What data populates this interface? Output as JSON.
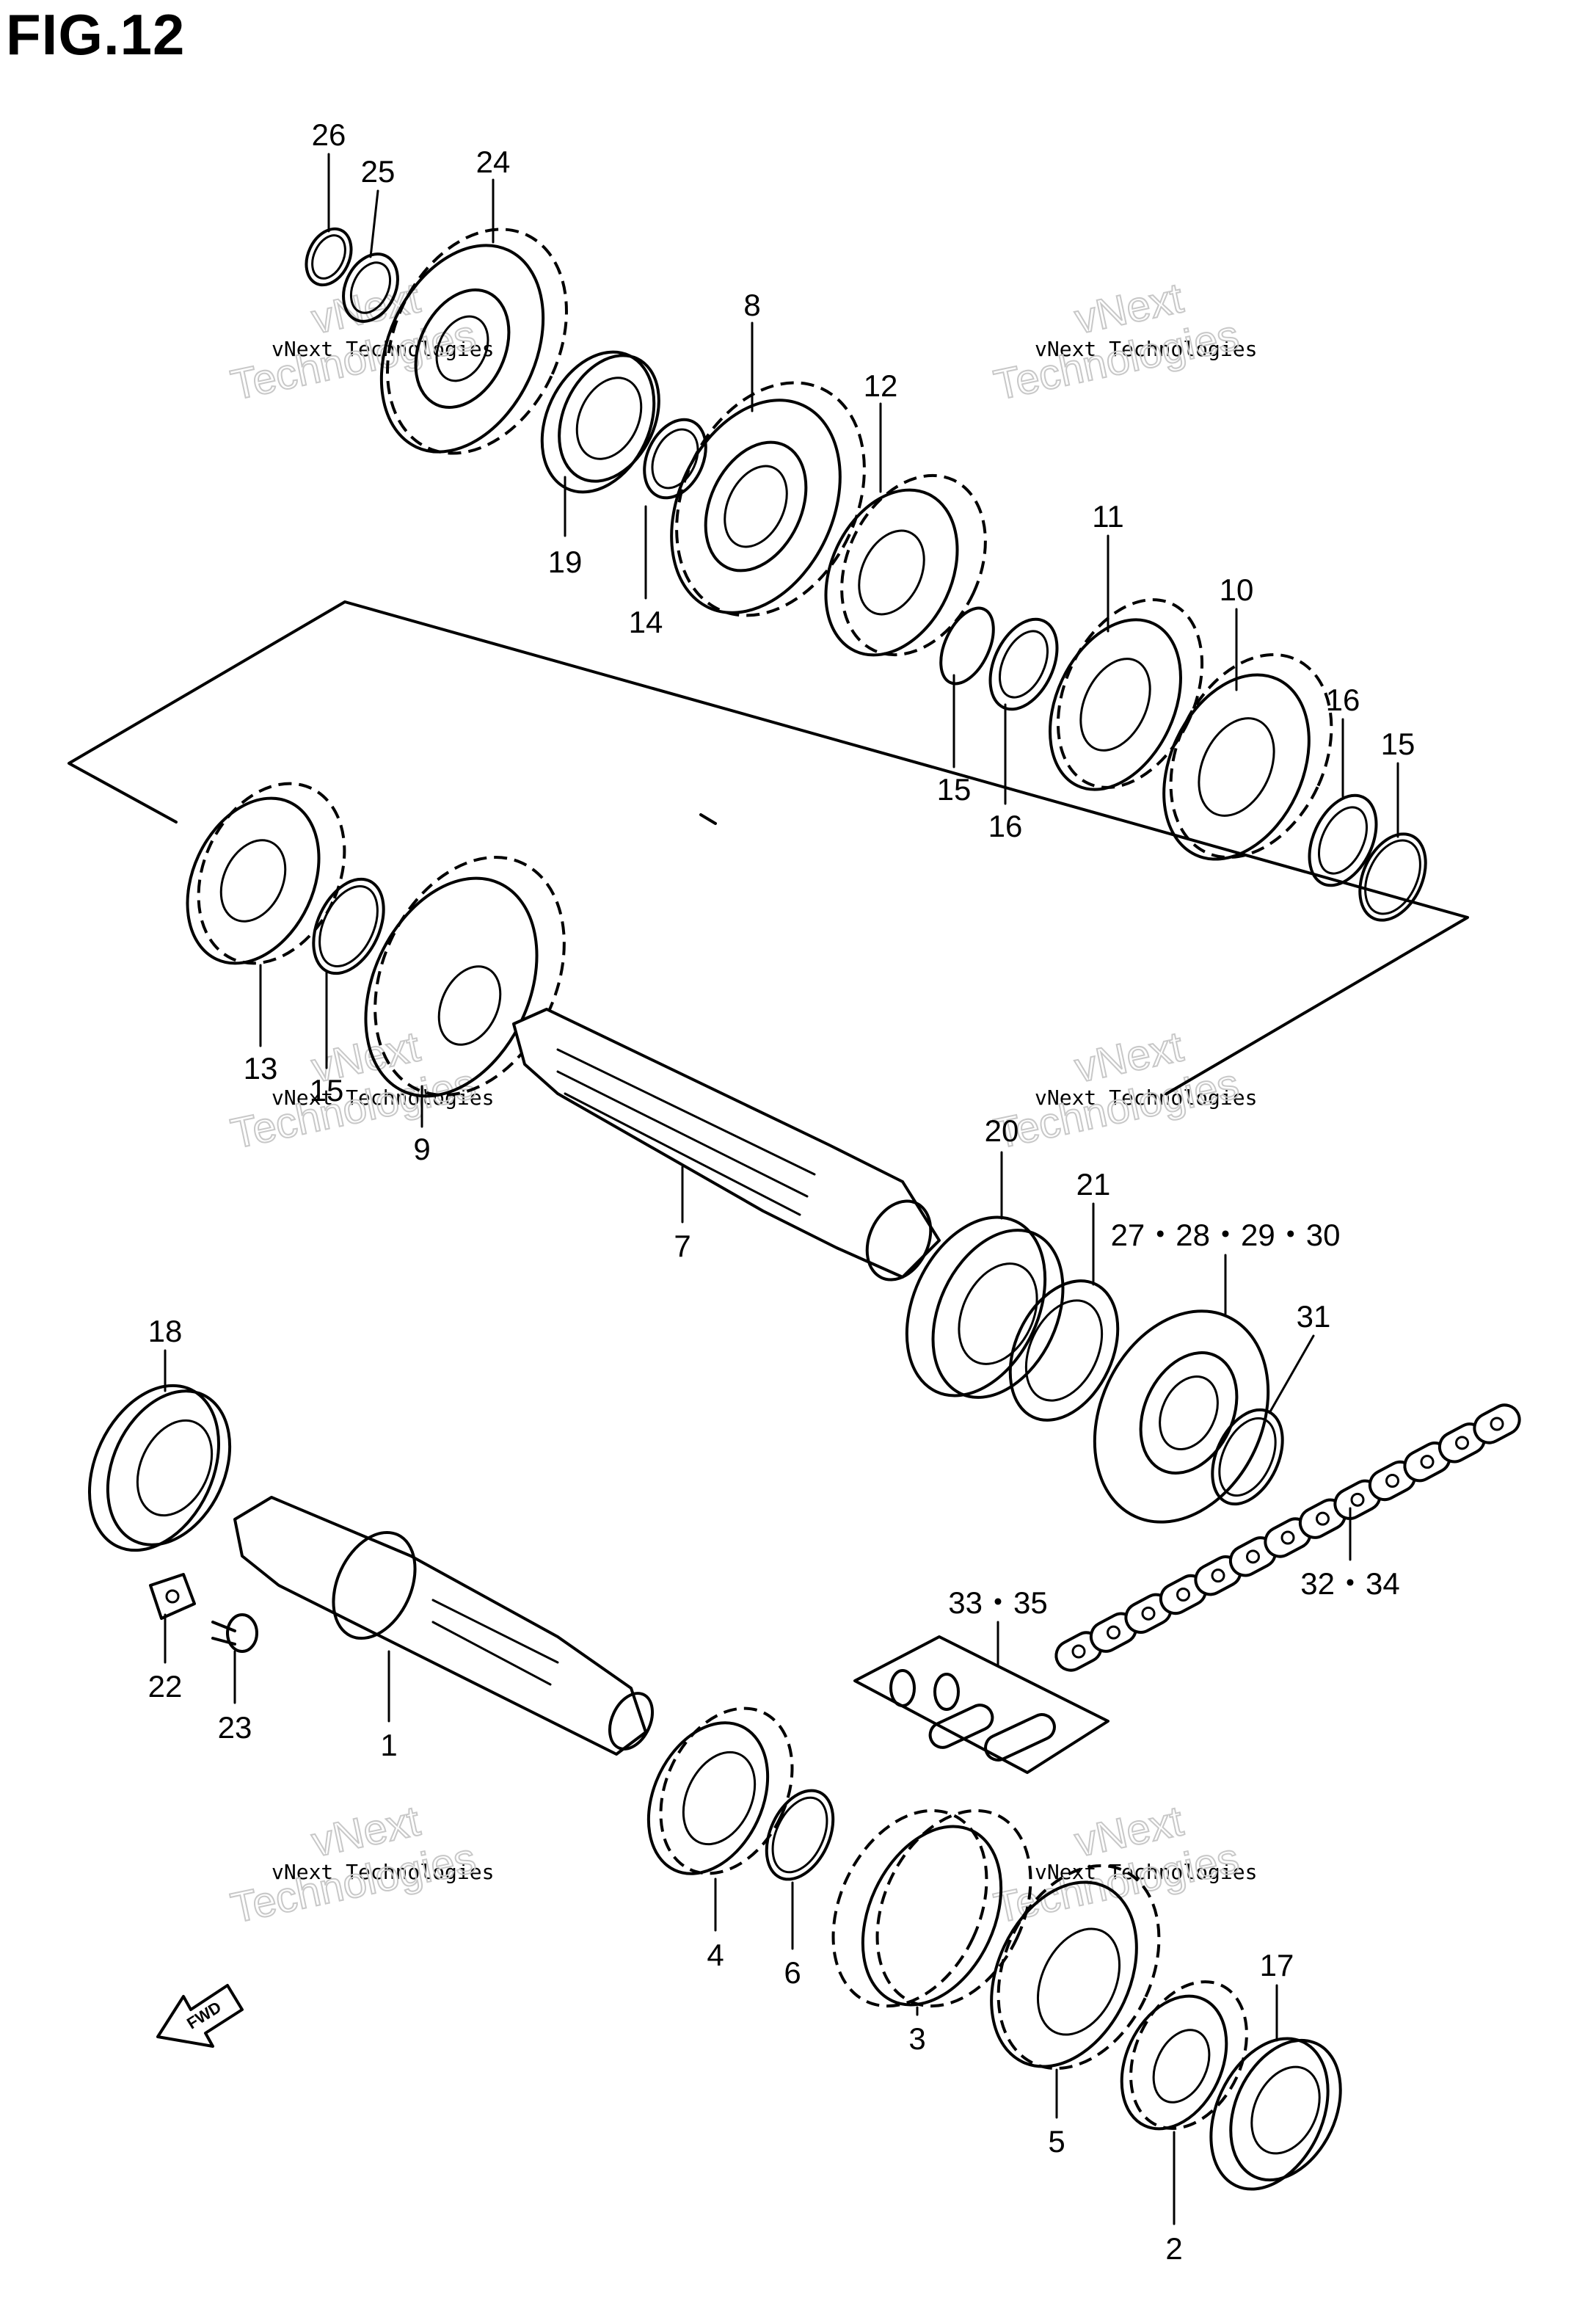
{
  "figure": {
    "title": "FIG.12"
  },
  "watermark": {
    "line1": "vNext",
    "line2": "vNext Technologies",
    "line3": "Technologies"
  },
  "fwd_label": "FWD",
  "callouts": [
    {
      "id": "c26",
      "text": "26"
    },
    {
      "id": "c25",
      "text": "25"
    },
    {
      "id": "c24",
      "text": "24"
    },
    {
      "id": "c8",
      "text": "8"
    },
    {
      "id": "c12",
      "text": "12"
    },
    {
      "id": "c19",
      "text": "19"
    },
    {
      "id": "c14",
      "text": "14"
    },
    {
      "id": "c11",
      "text": "11"
    },
    {
      "id": "c10",
      "text": "10"
    },
    {
      "id": "c15a",
      "text": "15"
    },
    {
      "id": "c16a",
      "text": "16"
    },
    {
      "id": "c16b",
      "text": "16"
    },
    {
      "id": "c15b",
      "text": "15"
    },
    {
      "id": "c13",
      "text": "13"
    },
    {
      "id": "c15c",
      "text": "15"
    },
    {
      "id": "c9",
      "text": "9"
    },
    {
      "id": "c7",
      "text": "7"
    },
    {
      "id": "c20",
      "text": "20"
    },
    {
      "id": "c21",
      "text": "21"
    },
    {
      "id": "c27",
      "text": "27・28・29・30"
    },
    {
      "id": "c31",
      "text": "31"
    },
    {
      "id": "c18",
      "text": "18"
    },
    {
      "id": "c22",
      "text": "22"
    },
    {
      "id": "c23",
      "text": "23"
    },
    {
      "id": "c1",
      "text": "1"
    },
    {
      "id": "c33",
      "text": "33・35"
    },
    {
      "id": "c32",
      "text": "32・34"
    },
    {
      "id": "c4",
      "text": "4"
    },
    {
      "id": "c6",
      "text": "6"
    },
    {
      "id": "c3",
      "text": "3"
    },
    {
      "id": "c17",
      "text": "17"
    },
    {
      "id": "c5",
      "text": "5"
    },
    {
      "id": "c2",
      "text": "2"
    }
  ]
}
